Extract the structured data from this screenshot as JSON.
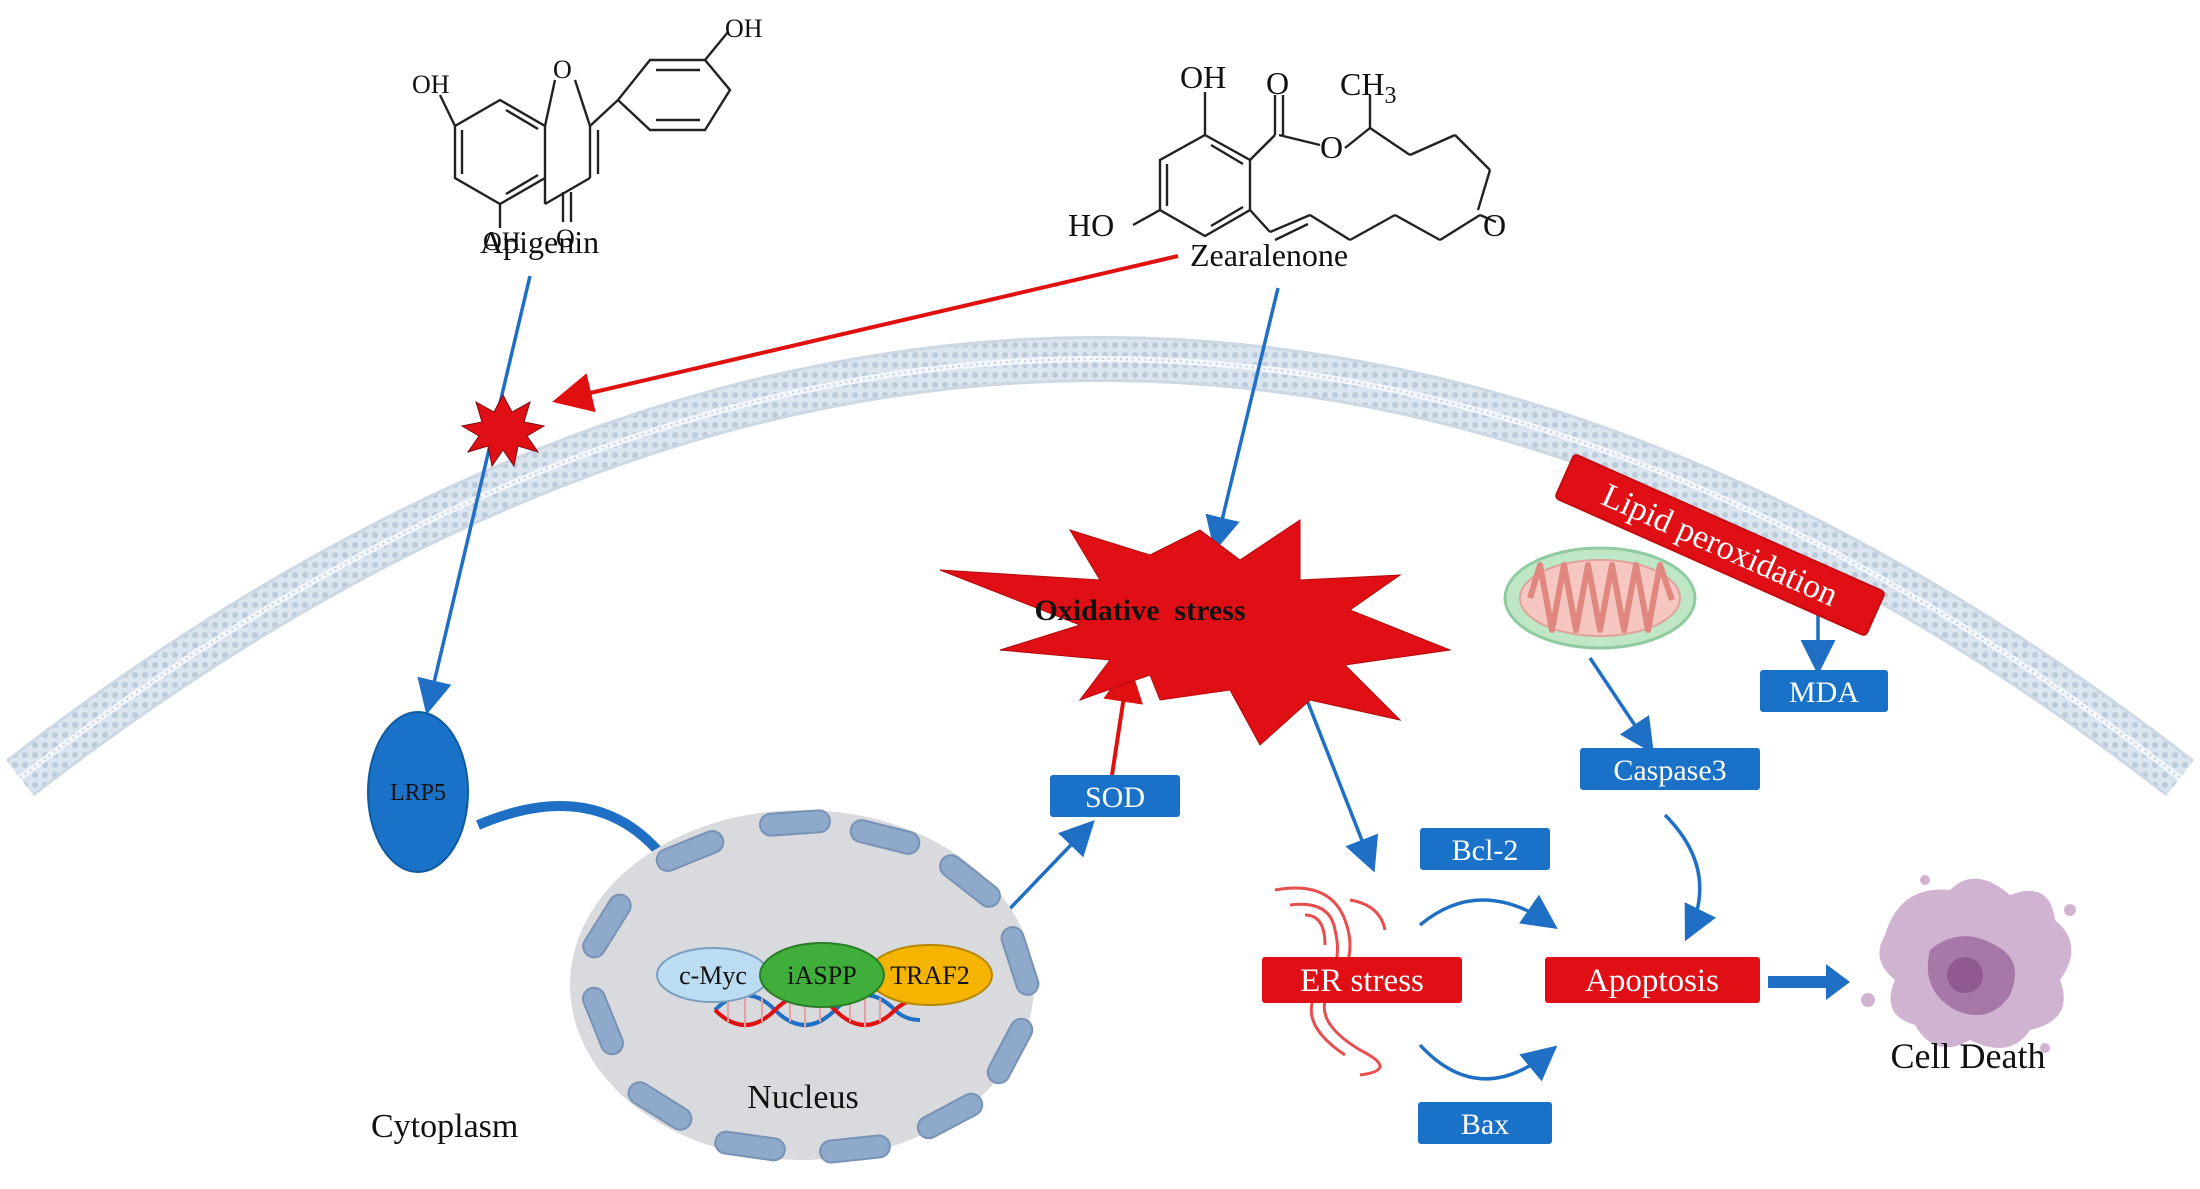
{
  "molecules": {
    "apigenin": {
      "name": "Apigenin",
      "atoms": {
        "oh_left": "OH",
        "oh_right": "OH",
        "oh_bottom": "OH",
        "ring_o": "O",
        "carbonyl_o": "O"
      }
    },
    "zearalenone": {
      "name": "Zearalenone",
      "atoms": {
        "oh_top": "OH",
        "ho_left": "HO",
        "ester_o": "O",
        "carbonyl_o": "O",
        "ketone_o": "O",
        "ch3": "CH",
        "ch3_sub": "3"
      }
    }
  },
  "labels": {
    "oxidative_stress": "Oxidative  stress",
    "lipid_peroxidation": "Lipid peroxidation",
    "mda": "MDA",
    "caspase3": "Caspase3",
    "sod": "SOD",
    "bcl2": "Bcl-2",
    "bax": "Bax",
    "er_stress": "ER stress",
    "apoptosis": "Apoptosis",
    "cell_death": "Cell Death",
    "lrp5": "LRP5",
    "cmyc": "c-Myc",
    "iaspp": "iASPP",
    "traf2": "TRAF2",
    "nucleus": "Nucleus",
    "cytoplasm": "Cytoplasm"
  },
  "colors": {
    "activation_arrow": "#1f6fc4",
    "inhibition_arrow": "#e01010",
    "blue_box": "#1a72c8",
    "red_box": "#e00f16",
    "membrane": "#b9cce0",
    "nucleus_fill": "#d9dadd",
    "nucleus_pore": "#8ea9c9",
    "cmyc": "#bcdcf2",
    "iaspp": "#3fae3a",
    "traf2": "#f5b400"
  }
}
